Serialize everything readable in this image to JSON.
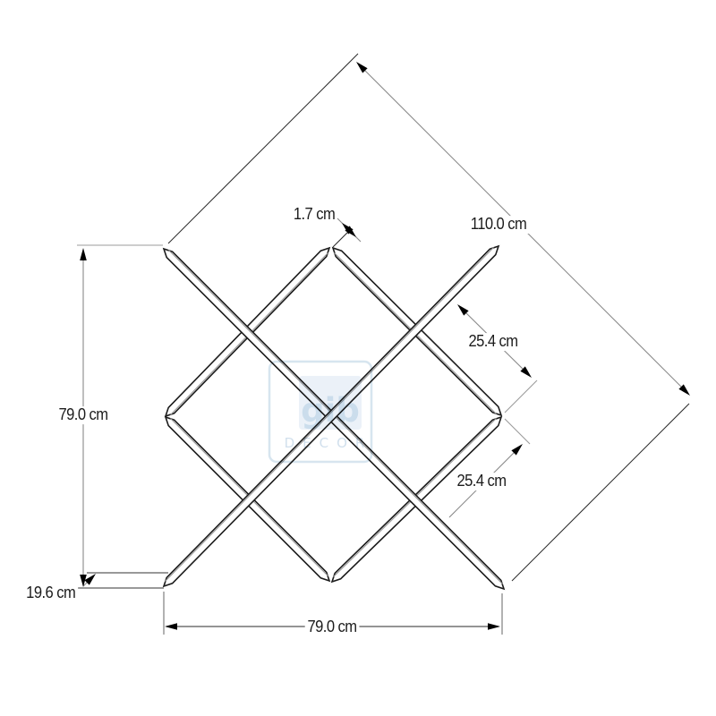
{
  "diagram": {
    "dimensions": {
      "board_thickness": "1.7 cm",
      "diagonal_length": "110.0 cm",
      "height": "79.0 cm",
      "shelf_spacing_upper": "25.4 cm",
      "shelf_spacing_lower": "25.4 cm",
      "depth": "19.6 cm",
      "width": "79.0 cm"
    },
    "watermark": {
      "logo": "gib",
      "wordmark": "DECOR"
    },
    "colors": {
      "outline": "#1b1b1b",
      "inner_edge": "#9b9b9b",
      "dimension_line": "#8a8a8a",
      "arrow": "#000000",
      "watermark_blue": "#aecbe2",
      "background": "#ffffff"
    }
  }
}
